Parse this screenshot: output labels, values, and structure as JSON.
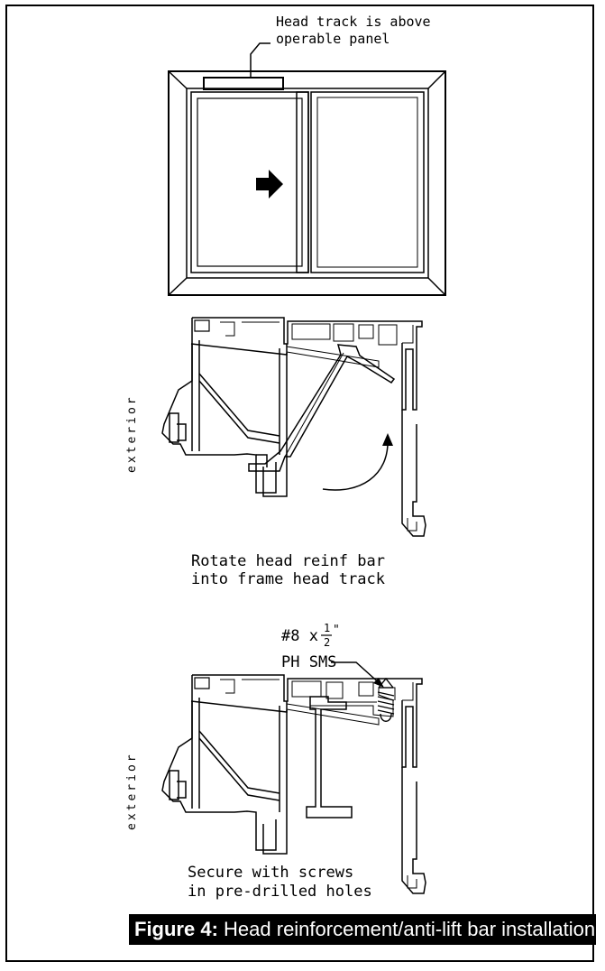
{
  "top_view": {
    "callout_line1": "Head track is above",
    "callout_line2": "operable panel"
  },
  "middle_view": {
    "side_label": "exterior",
    "caption_line1": "Rotate head reinf bar",
    "caption_line2": "into frame head track"
  },
  "bottom_view": {
    "side_label": "exterior",
    "screw_size": "#8 x",
    "screw_fraction_num": "1",
    "screw_fraction_den": "2",
    "screw_inch_mark": "\"",
    "screw_type": "PH SMS",
    "caption_line1": "Secure with screws",
    "caption_line2": "in pre-drilled holes"
  },
  "figure": {
    "number": "Figure 4:",
    "title": "Head reinforcement/anti-lift bar installation"
  },
  "colors": {
    "ink": "#000000",
    "paper": "#ffffff"
  },
  "icons": [
    "arrow-right-icon",
    "curved-arrow-icon",
    "screw-icon"
  ]
}
